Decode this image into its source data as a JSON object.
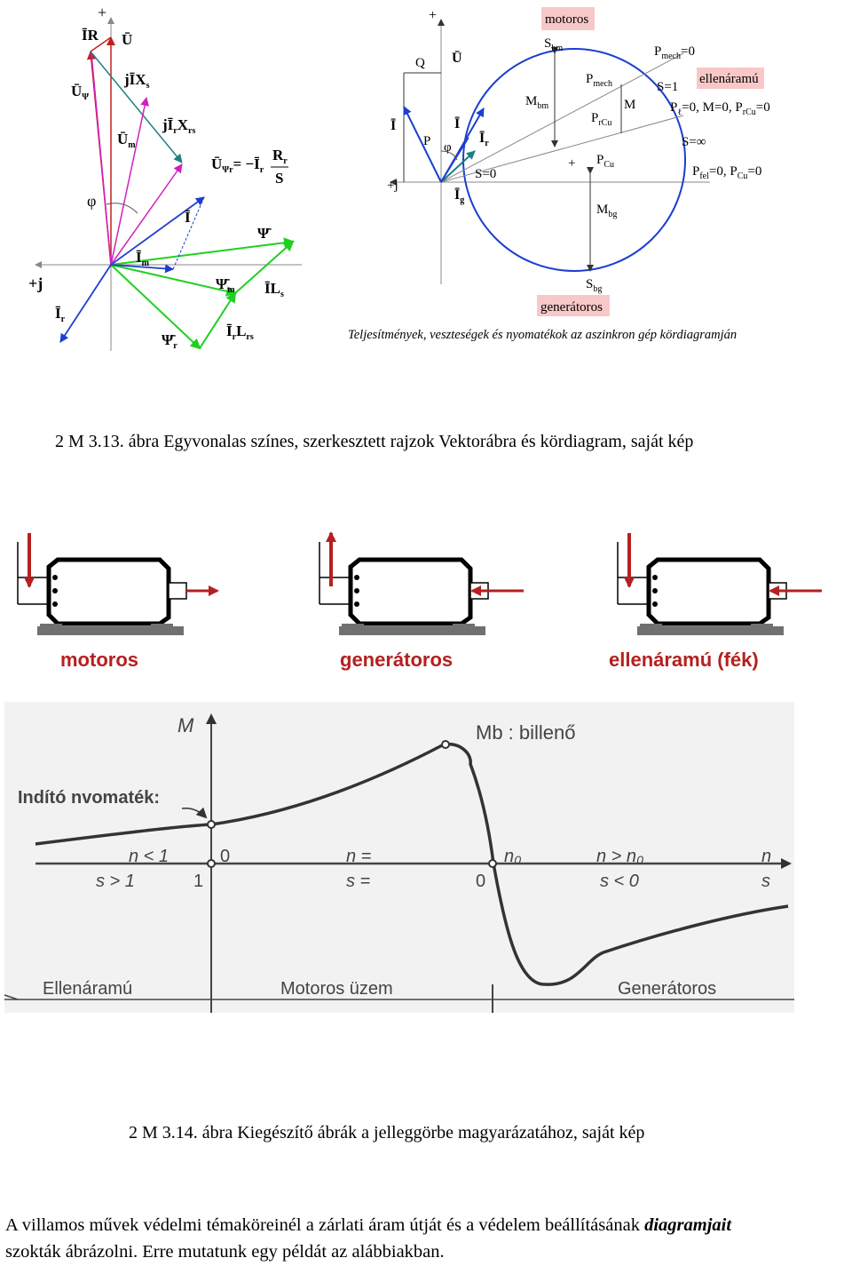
{
  "vector_diagram": {
    "axis_plus": "+",
    "axis_plus_j": "+j",
    "IR": "ĪR",
    "U": "Ū",
    "jIXs": "jĪX",
    "jIXs_sub": "s",
    "U_psi": "Ū",
    "U_psi_sub": "Ψ",
    "U_m": "Ū",
    "U_m_sub": "m",
    "jIrXrs": "jĪ",
    "jIrXrs_sub1": "r",
    "jIrXrs_X": "X",
    "jIrXrs_sub2": "rs",
    "U_psir": "Ū",
    "U_psir_sub": "Ψr",
    "U_psir_eq": "= −Ī",
    "U_psir_eq_sub": "r",
    "R_r": "R",
    "R_r_sub": "r",
    "S": "S",
    "phi": "φ",
    "I": "Ī",
    "Psi": "Ψ̄",
    "I_m": "Ī",
    "I_m_sub": "m",
    "Psi_m": "Ψ̄",
    "Psi_m_sub": "m",
    "IL_s": "ĪL",
    "IL_s_sub": "s",
    "I_r": "Ī",
    "I_r_sub": "r",
    "Psi_r": "Ψ̄",
    "Psi_r_sub": "r",
    "IrLrs": "Ī",
    "IrLrs_sub1": "r",
    "IrLrs_L": "L",
    "IrLrs_sub2": "rs"
  },
  "circle_diagram": {
    "motoros": "motoros",
    "S_bm": "S",
    "S_bm_sub": "bm",
    "P_mech0": "P",
    "P_mech0_sub": "mech",
    "P_mech0_val": "=0",
    "ellenaramu": "ellenáramú",
    "Q": "Q",
    "U": "Ū",
    "plus": "+",
    "P_mech": "P",
    "P_mech_sub": "mech",
    "M_bm": "M",
    "M_bm_sub": "bm",
    "M": "M",
    "S1": "S=1",
    "P_l": "P",
    "P_l_sub": "ℓ",
    "P_l_rest": "=0, M=0, P",
    "P_l_sub2": "rCu",
    "P_l_end": "=0",
    "P_rCu": "P",
    "P_rCu_sub": "rCu",
    "I": "Ī",
    "P": "P",
    "phi": "φ",
    "I2": "Ī",
    "I_r": "Ī",
    "I_r_sub": "r",
    "S_inf": "S=∞",
    "plus_j": "+j",
    "S0": "S=0",
    "plus_center": "+",
    "P_Cu": "P",
    "P_Cu_sub": "Cu",
    "P_fel": "P",
    "P_fel_sub": "fel",
    "P_fel_rest": "=0, P",
    "P_fel_sub2": "Cu",
    "P_fel_end": "=0",
    "I_g": "Ī",
    "I_g_sub": "g",
    "M_bg": "M",
    "M_bg_sub": "bg",
    "S_bg": "S",
    "S_bg_sub": "bg",
    "generatoros": "generátoros",
    "caption": "Teljesítmények, veszteségek és nyomatékok az aszinkron gép kördiagramján"
  },
  "caption1": "2 M 3.13. ábra Egyvonalas színes, szerkesztett rajzok Vektorábra és kördiagram, saját kép",
  "motors": {
    "labels": [
      "motoros",
      "generátoros",
      "ellenáramú (fék)"
    ],
    "colors": {
      "motor_body": "#000000",
      "arrow": "#b52020",
      "base": "#707070"
    }
  },
  "curve": {
    "M": "M",
    "M_b": "Mb : billenő",
    "indito": "Indító nvomaték:",
    "n_lt_1": "n < 1",
    "zero": "0",
    "n_eq": "n =",
    "n0": "n₀",
    "n_gt_n0": "n > n₀",
    "n": "n",
    "s_gt_1": "s > 1",
    "one": "1",
    "s_eq": "s =",
    "zero2": "0",
    "s_lt_0": "s < 0",
    "s": "s",
    "ellenaramu": "Ellenáramú",
    "motoros_uzem": "Motoros üzem",
    "generatoros": "Generátoros"
  },
  "caption2": "2 M 3.14. ábra Kiegészítő ábrák a jelleggörbe magyarázatához, saját kép",
  "paragraph": {
    "line1_pre": "A villamos művek védelmi témaköreinél a zárlati áram útját és a védelem beállításának ",
    "line1_emph": "diagramjait",
    "line2": "szokták ábrázolni. Erre mutatunk egy példát az alábbiakban."
  }
}
